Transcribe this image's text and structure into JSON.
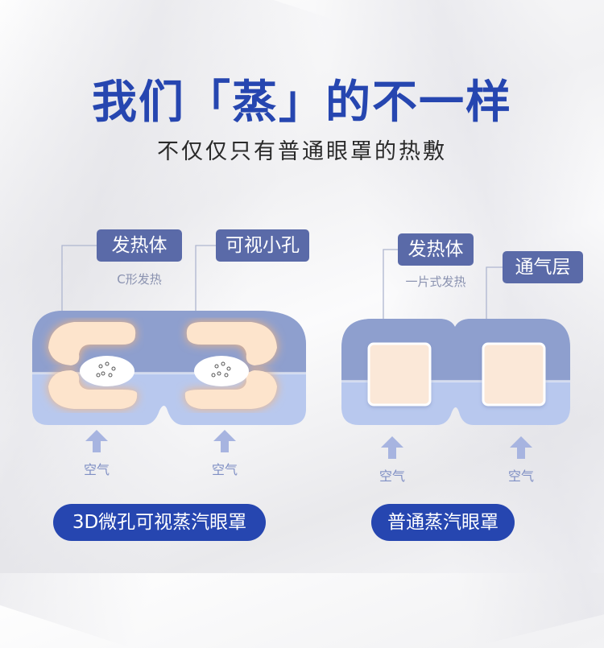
{
  "title": "我们「蒸」的不一样",
  "subtitle": "不仅仅只有普通眼罩的热敷",
  "left_mask": {
    "tag_heat": "发热体",
    "tag_hole": "可视小孔",
    "note": "C形发热",
    "air_left": "空气",
    "air_right": "空气",
    "pill": "3D微孔可视蒸汽眼罩"
  },
  "right_mask": {
    "tag_heat": "发热体",
    "tag_vent": "通气层",
    "note": "一片式发热",
    "air_left": "空气",
    "air_right": "空气",
    "pill": "普通蒸汽眼罩"
  },
  "colors": {
    "title_blue": "#2646b0",
    "tag_bg": "#5a6aa8",
    "mask_top": "#8e9fce",
    "mask_bottom": "#b8c8ee",
    "heat_orange": "#f5c79a",
    "pad_cream": "#fbe8d8"
  },
  "icons": [
    "up-arrow-icon"
  ]
}
